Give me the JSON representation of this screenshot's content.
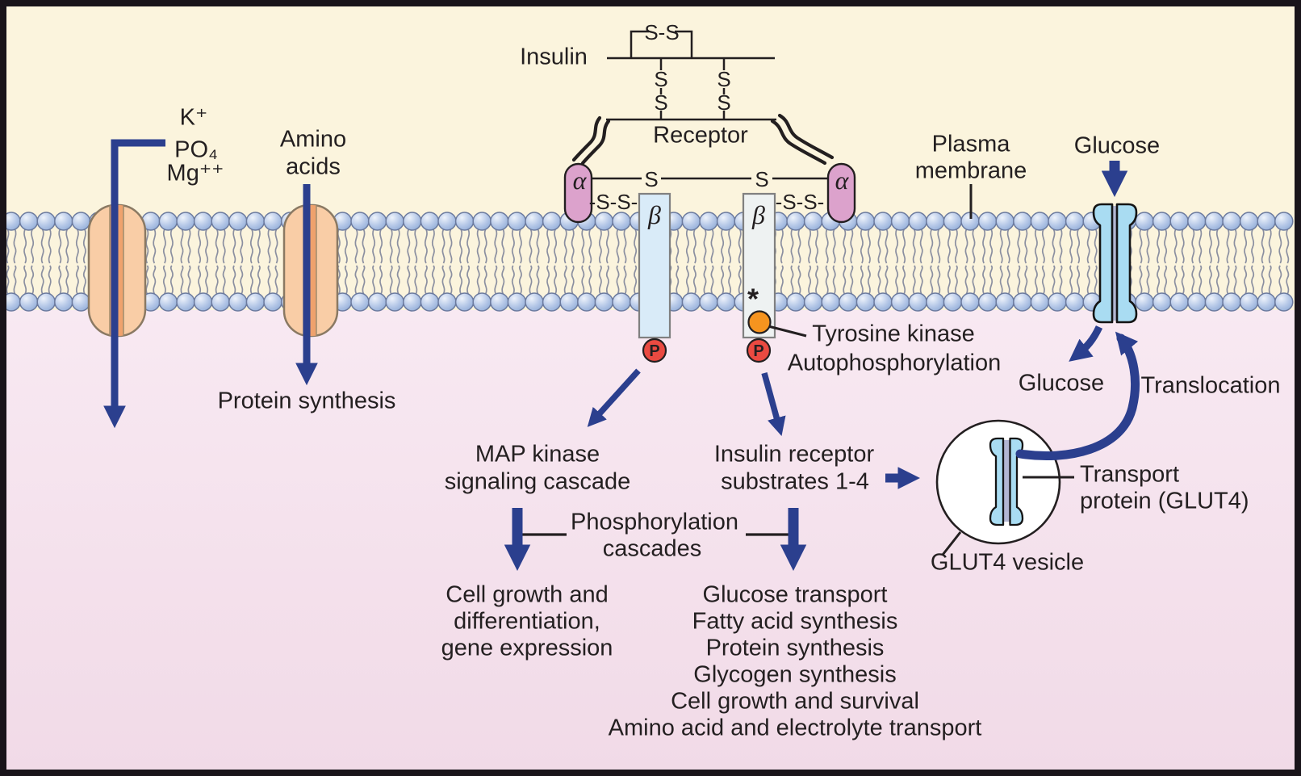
{
  "labels": {
    "insulin": "Insulin",
    "receptor": "Receptor",
    "alpha": "α",
    "beta": "β",
    "s": "S",
    "s_s": "S-S",
    "dash_s_s": "-S-S-",
    "phosphate": "P",
    "asterisk": "*",
    "ions": [
      "K⁺",
      "PO₄",
      "Mg⁺⁺"
    ],
    "amino_acids": [
      "Amino",
      "acids"
    ],
    "protein_synthesis": "Protein synthesis",
    "plasma_membrane": [
      "Plasma",
      "membrane"
    ],
    "glucose_extracellular": "Glucose",
    "glucose_intracellular": "Glucose",
    "translocation": "Translocation",
    "tyrosine_kinase": "Tyrosine kinase",
    "autophosphorylation": "Autophosphorylation",
    "map_kinase": [
      "MAP kinase",
      "signaling cascade"
    ],
    "insulin_receptor_substrates": [
      "Insulin receptor",
      "substrates 1-4"
    ],
    "phosphorylation_cascades": [
      "Phosphorylation",
      "cascades"
    ],
    "map_kinase_outcomes": [
      "Cell growth and",
      "differentiation,",
      "gene expression"
    ],
    "irs_outcomes": [
      "Glucose transport",
      "Fatty acid synthesis",
      "Protein synthesis",
      "Glycogen synthesis",
      "Cell growth and survival",
      "Amino acid and electrolyte transport"
    ],
    "transport_protein": [
      "Transport",
      "protein (GLUT4)"
    ],
    "glut4_vesicle": "GLUT4 vesicle"
  },
  "colors": {
    "arrow_blue": "#2b3f8e",
    "outline_black": "#231f20",
    "extracellular_bg": "#fbf4dd",
    "cytosol_bg": "#f3dfeb",
    "lipid_head": "#b3c7e8",
    "alpha_subunit": "#dca2cc",
    "beta_subunit_left": "#d9ebf8",
    "beta_subunit_right": "#eef2f2",
    "ion_channel": "#f9cda6",
    "ion_channel_stripe": "#efa26d",
    "glut4_protein": "#a9dcf2",
    "phosphate_red": "#ea4a41",
    "tyrosine_kinase_orange": "#f6941f",
    "vesicle_fill": "#ffffff"
  }
}
